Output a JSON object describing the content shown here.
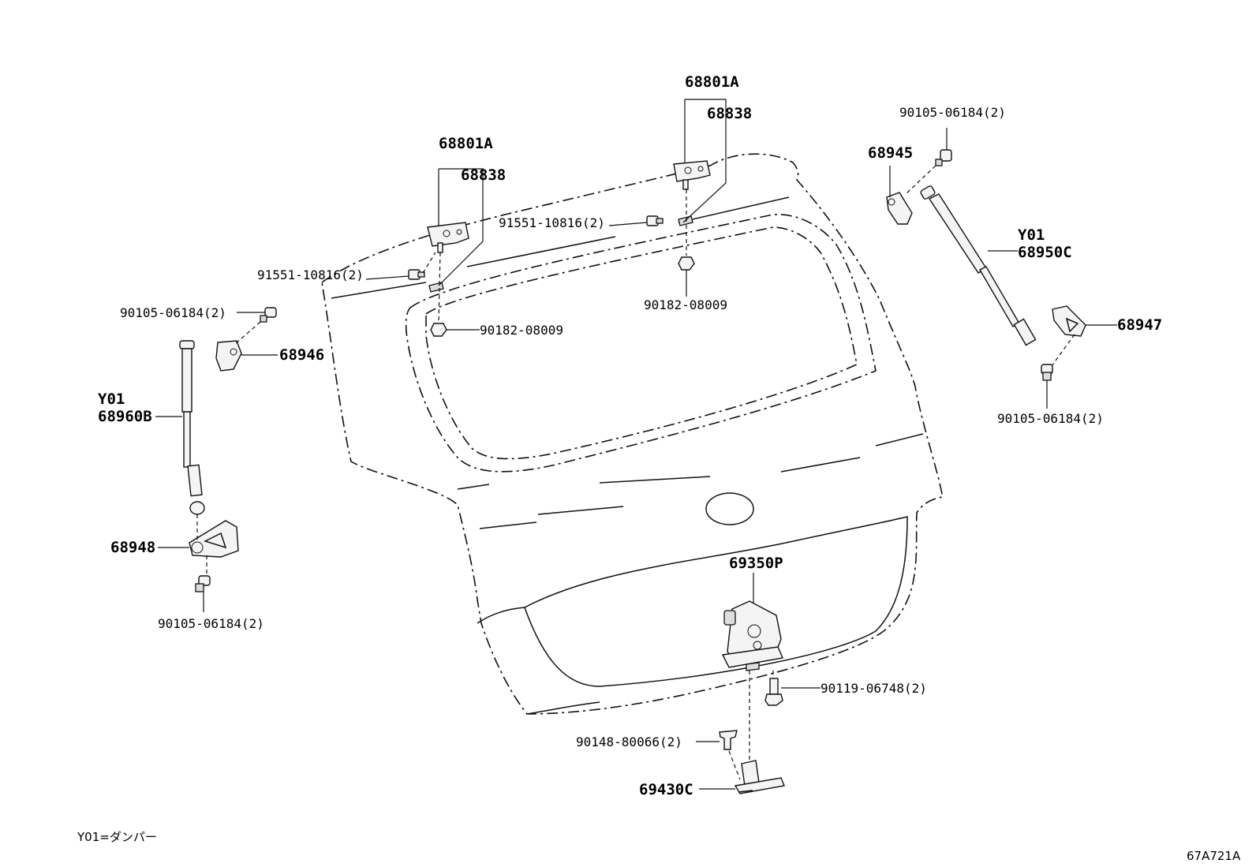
{
  "labels": {
    "hinge_left": "68801A",
    "hinge_left_sub": "68838",
    "hinge_right": "68801A",
    "hinge_right_sub": "68838",
    "bolt_hinge_left": "91551-10816(2)",
    "bolt_hinge_right": "91551-10816(2)",
    "nut_left": "90182-08009",
    "nut_right": "90182-08009",
    "bolt_top_left": "90105-06184(2)",
    "bracket_top_left": "68946",
    "damper_left_code": "Y01",
    "damper_left": "68960B",
    "bracket_bottom_left": "68948",
    "bolt_bottom_left": "90105-06184(2)",
    "bolt_top_right": "90105-06184(2)",
    "bracket_top_right": "68945",
    "damper_right_code": "Y01",
    "damper_right": "68950C",
    "bracket_bottom_right": "68947",
    "bolt_bottom_right": "90105-06184(2)",
    "lock": "69350P",
    "lock_bolt": "90119-06748(2)",
    "striker_screw": "90148-80066(2)",
    "striker": "69430C"
  },
  "footnote": "Y01=ダンパー",
  "diagram_code": "67A721A"
}
